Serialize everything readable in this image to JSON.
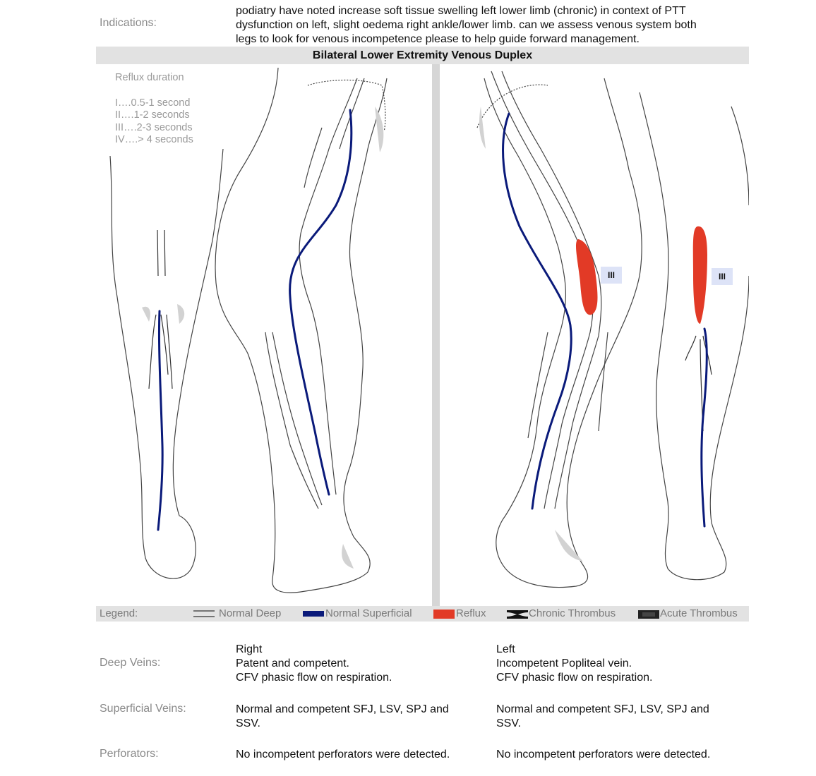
{
  "indications": {
    "label": "Indications:",
    "lines": [
      "podiatry have noted increase soft tissue swelling left lower limb (chronic) in context of PTT",
      "dysfunction on left, slight oedema right ankle/lower limb. can we assess venous system both",
      "legs to look for venous incompetence please to help guide forward management."
    ]
  },
  "title": "Bilateral Lower Extremity Venous Duplex",
  "reflux_key": {
    "title": "Reflux duration",
    "grades": [
      "I….0.5-1 second",
      "II….1-2 seconds",
      "III….2-3 seconds",
      "IV….> 4 seconds"
    ]
  },
  "diagram": {
    "left_knee_grade": "III",
    "left_calf_grade": "III",
    "colors": {
      "superficial": "#0a1a7a",
      "reflux": "#e23a26",
      "outline": "#444444",
      "shade": "#cfcfcf"
    }
  },
  "legend": {
    "label": "Legend:",
    "items": [
      "Normal Deep",
      "Normal Superficial",
      "Reflux",
      "Chronic Thrombus",
      "Acute Thrombus"
    ]
  },
  "results": {
    "col_right": "Right",
    "col_left": "Left",
    "deep_label": "Deep Veins:",
    "deep_right": [
      "Patent and competent.",
      "CFV phasic flow on respiration."
    ],
    "deep_left": [
      "Incompetent Popliteal vein.",
      "CFV phasic flow on respiration."
    ],
    "superficial_label": "Superficial Veins:",
    "superficial_right": [
      "Normal and competent SFJ, LSV, SPJ and",
      "SSV."
    ],
    "superficial_left": [
      "Normal and competent SFJ, LSV, SPJ and",
      "SSV."
    ],
    "perforators_label": "Perforators:",
    "perforators_right": "No incompetent perforators were detected.",
    "perforators_left": "No incompetent perforators were detected."
  }
}
